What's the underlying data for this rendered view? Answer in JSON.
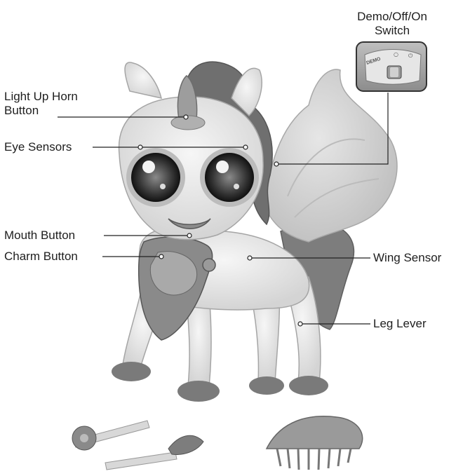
{
  "labels": {
    "switch": [
      "Demo/Off/On",
      "Switch"
    ],
    "horn": [
      "Light Up Horn",
      "Button"
    ],
    "eyes": "Eye Sensors",
    "mouth": "Mouth Button",
    "charm": "Charm Button",
    "wing": "Wing Sensor",
    "leg": "Leg Lever"
  },
  "switch_panel": {
    "demo": "DEMO",
    "off": "○",
    "on": "⏻"
  },
  "colors": {
    "body": "#e4e4e4",
    "outline": "#9a9a9a",
    "mane": "#6e6e6e",
    "wing": "#d0d0d0",
    "hoof": "#7a7a7a",
    "leader": "#222222"
  }
}
